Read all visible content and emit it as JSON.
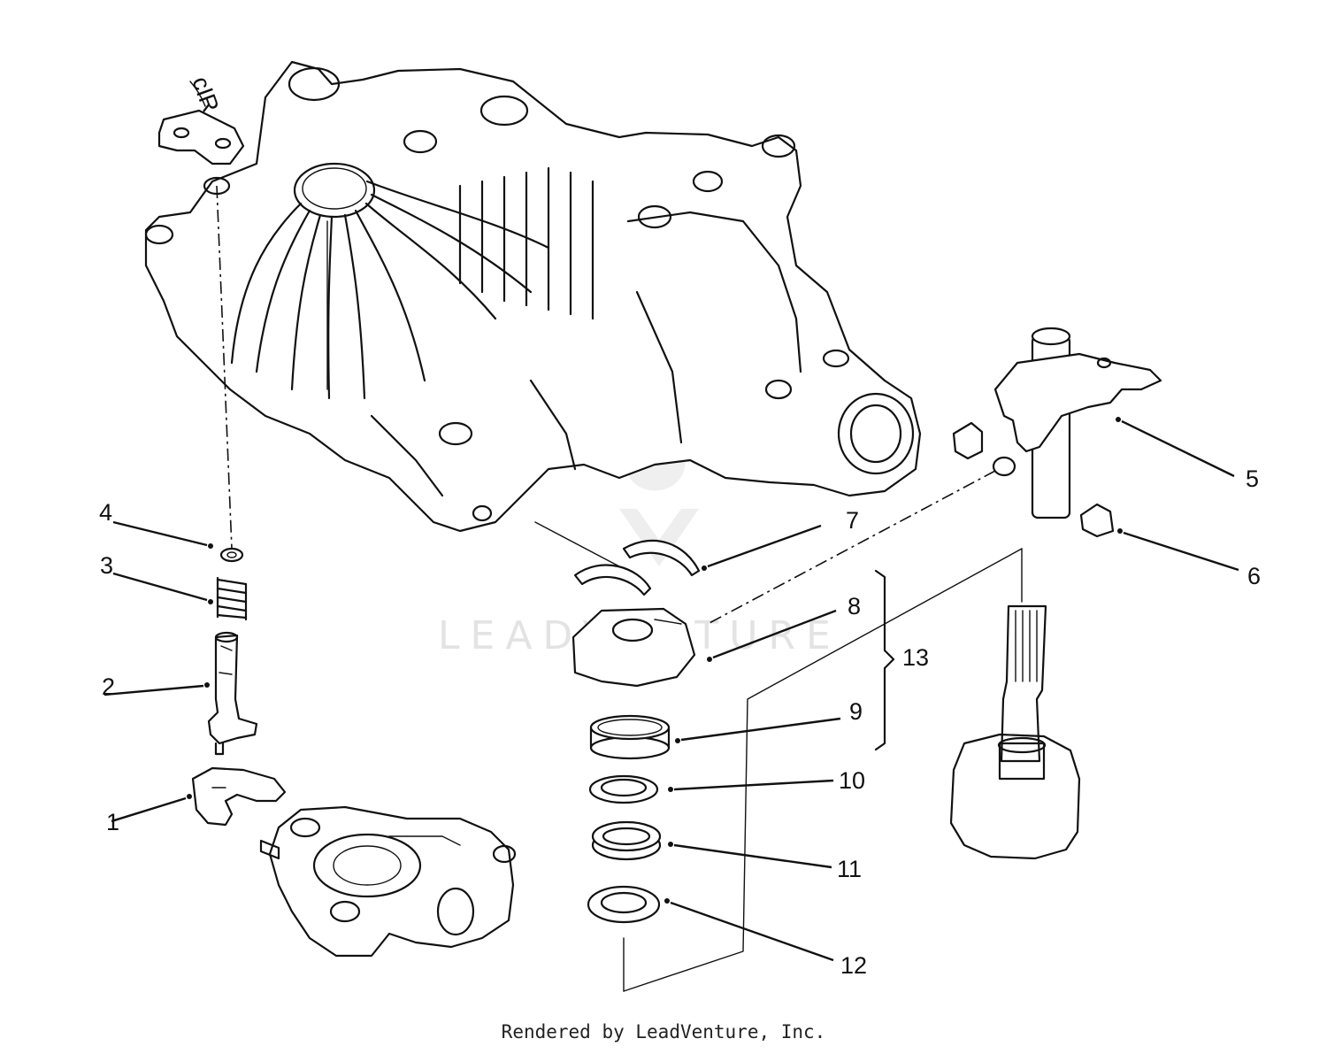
{
  "callouts": [
    {
      "id": "1",
      "label": "1"
    },
    {
      "id": "2",
      "label": "2"
    },
    {
      "id": "3",
      "label": "3"
    },
    {
      "id": "4",
      "label": "4"
    },
    {
      "id": "5",
      "label": "5"
    },
    {
      "id": "6",
      "label": "6"
    },
    {
      "id": "7",
      "label": "7"
    },
    {
      "id": "8",
      "label": "8"
    },
    {
      "id": "9",
      "label": "9"
    },
    {
      "id": "10",
      "label": "10"
    },
    {
      "id": "11",
      "label": "11"
    },
    {
      "id": "12",
      "label": "12"
    },
    {
      "id": "13",
      "label": "13"
    }
  ],
  "watermark": {
    "text": "LEADVENTURE"
  },
  "footer": {
    "credit": "Rendered by LeadVenture, Inc."
  },
  "colors": {
    "line": "#111111",
    "watermark": "#e3e3e3",
    "background": "#ffffff"
  }
}
